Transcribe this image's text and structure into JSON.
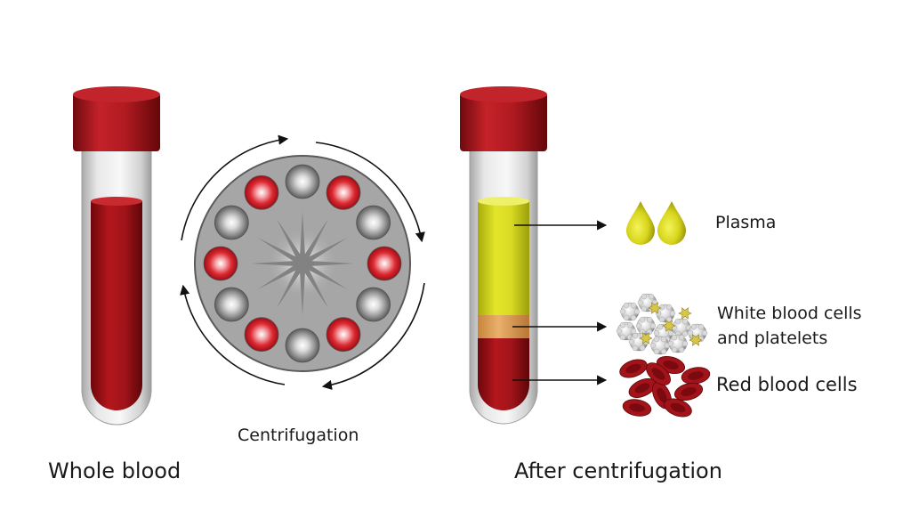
{
  "labels": {
    "centrifugation": "Centrifugation",
    "whole_blood": "Whole blood",
    "after_centrifugation": "After  centrifugation",
    "plasma": "Plasma",
    "wbc_line1": "White blood cells",
    "wbc_line2": "and platelets",
    "rbc": "Red blood cells"
  },
  "colors": {
    "cap": "#b3161d",
    "blood": "#a8141a",
    "plasma": "#d9dc22",
    "buffy_coat": "#e3a25e",
    "tube_glass": "#e6e6e6",
    "rotor": "#a9a9a9",
    "arrow": "#111111"
  }
}
